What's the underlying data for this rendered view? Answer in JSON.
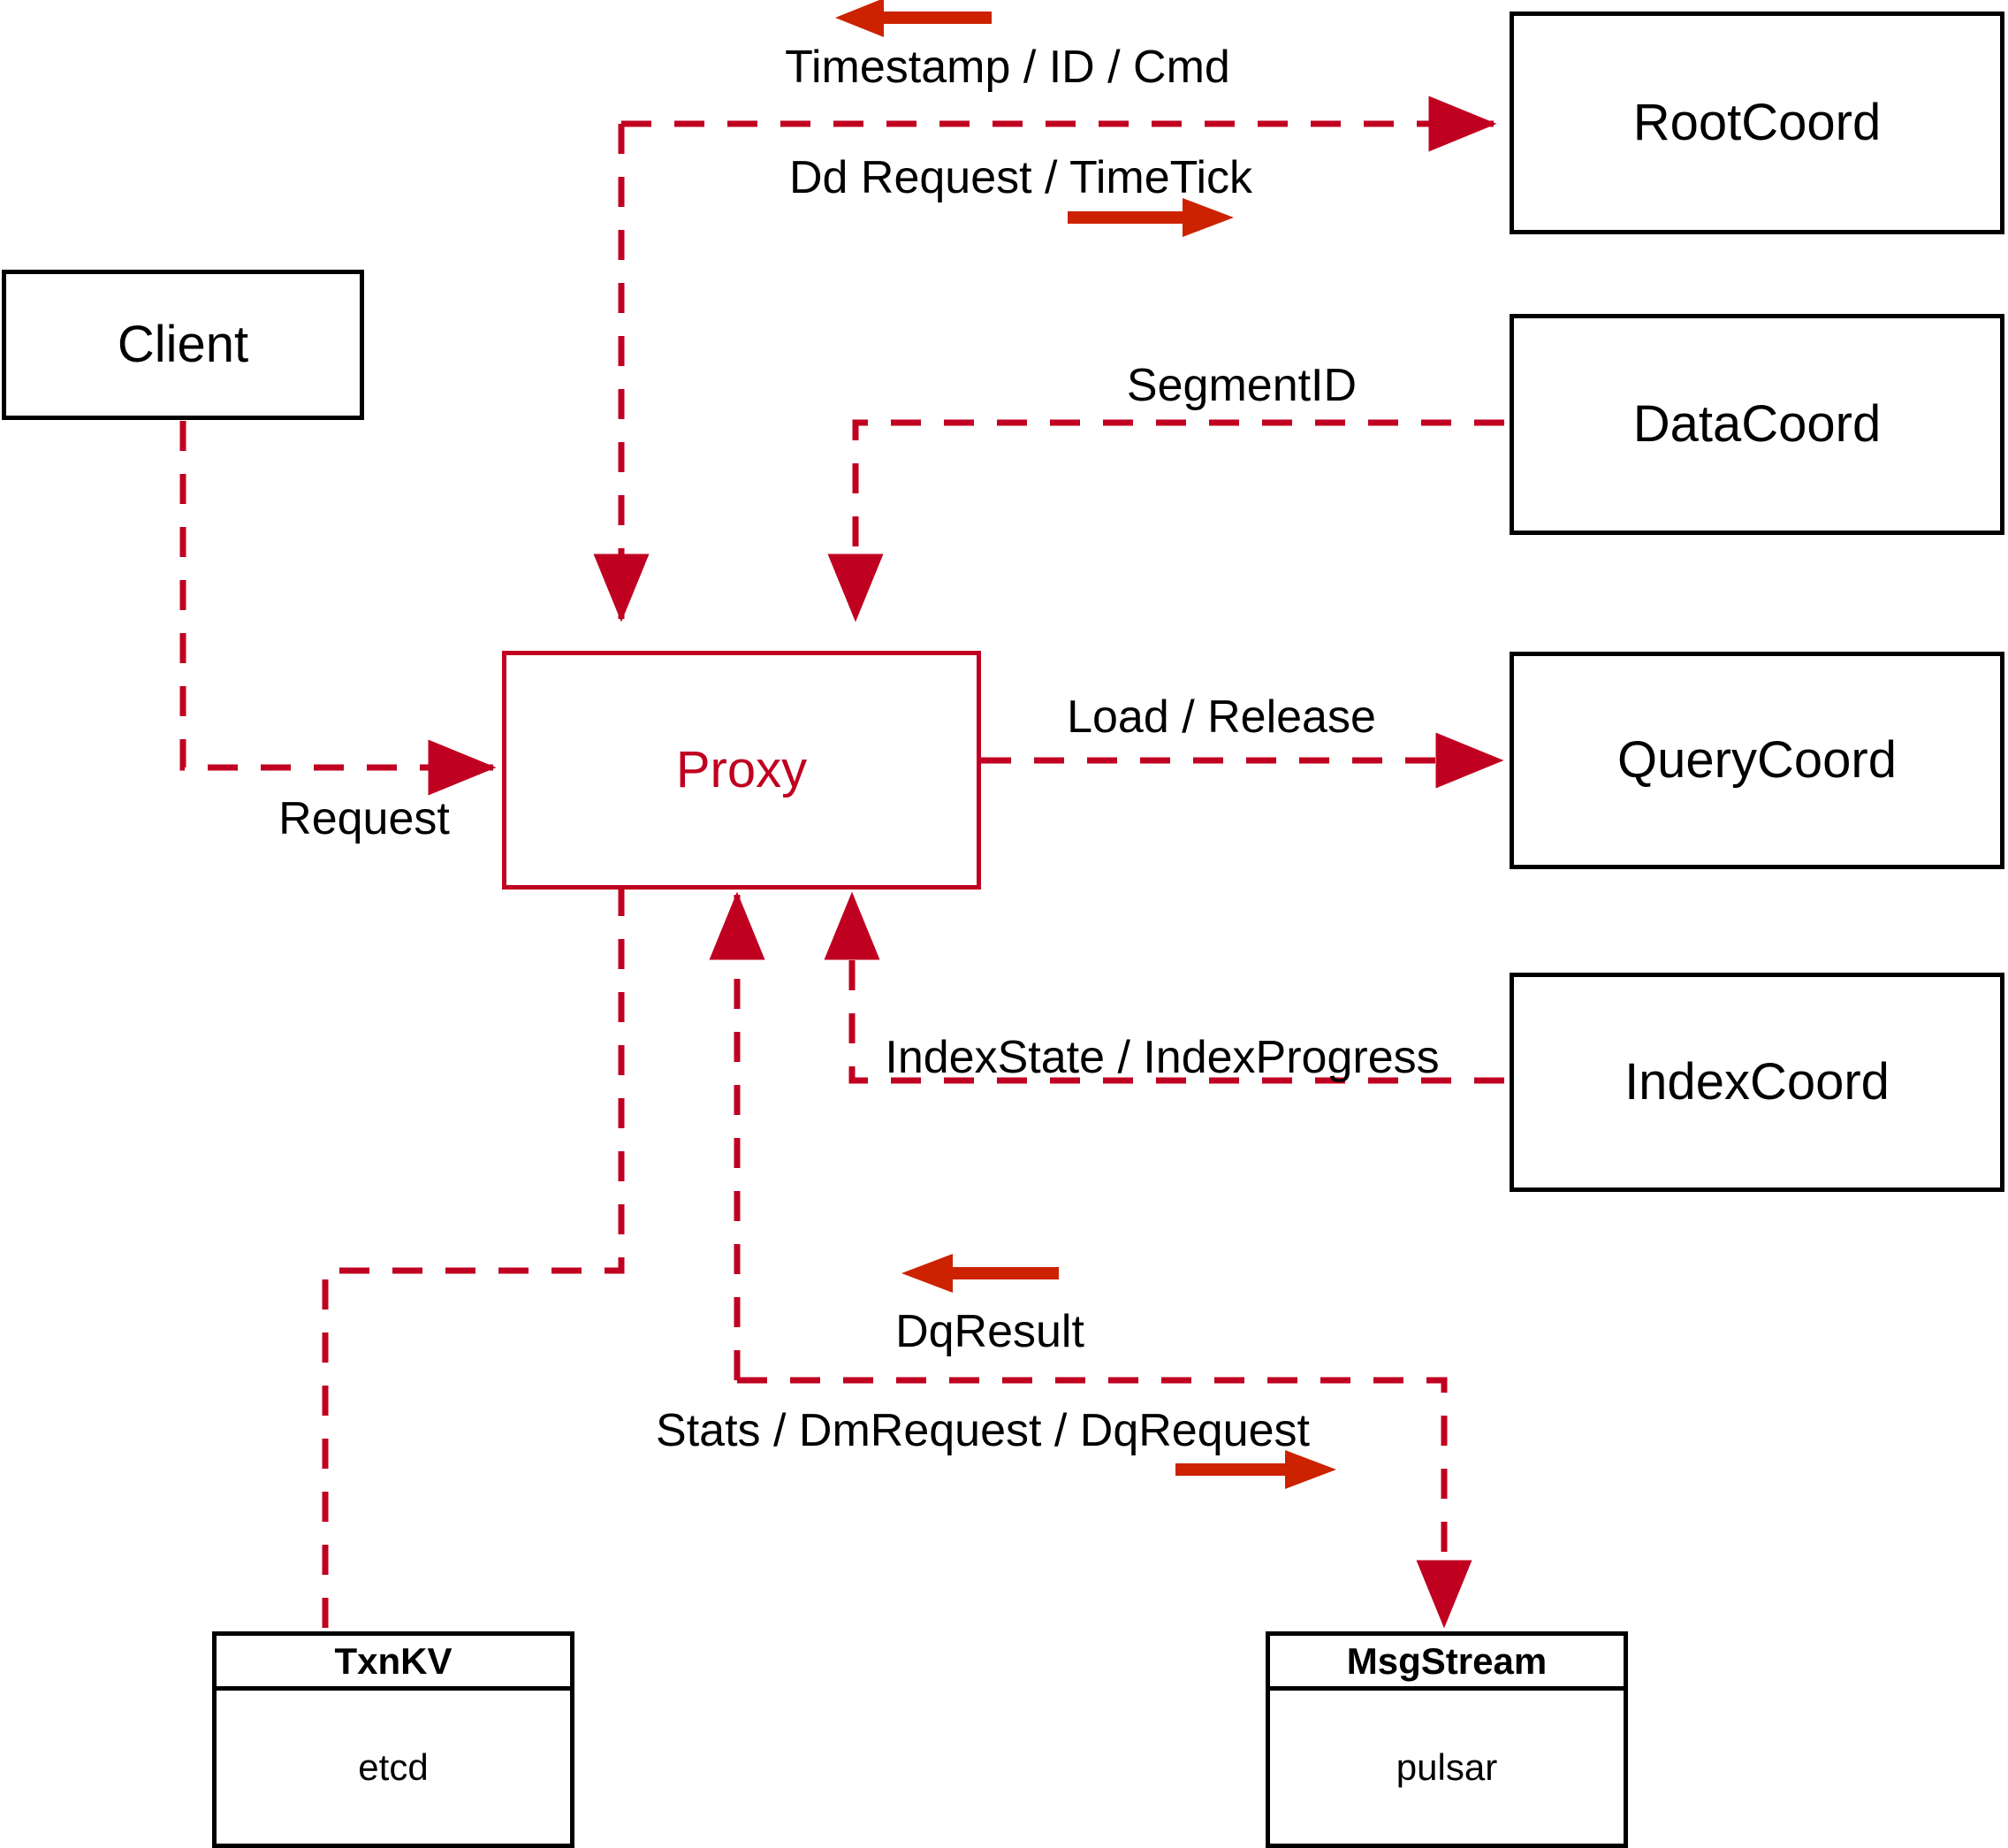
{
  "diagram": {
    "title": "Milvus Proxy interaction diagram",
    "colors": {
      "accent": "#c00020",
      "arrow": "#cc2200",
      "node_border": "#000000",
      "background": "#ffffff"
    }
  },
  "nodes": {
    "client": {
      "label": "Client"
    },
    "proxy": {
      "label": "Proxy"
    },
    "rootcoord": {
      "label": "RootCoord"
    },
    "datacoord": {
      "label": "DataCoord"
    },
    "querycoord": {
      "label": "QueryCoord"
    },
    "indexcoord": {
      "label": "IndexCoord"
    },
    "txnkv": {
      "head": "TxnKV",
      "body": "etcd"
    },
    "msgstream": {
      "head": "MsgStream",
      "body": "pulsar"
    }
  },
  "edge_labels": {
    "timestamp_id_cmd": "Timestamp / ID / Cmd",
    "dd_request_timetick": "Dd Request / TimeTick",
    "segment_id": "SegmentID",
    "request": "Request",
    "load_release": "Load / Release",
    "index_state_progress": "IndexState / IndexProgress",
    "dq_result": "DqResult",
    "stats_dm_dq_request": "Stats / DmRequest / DqRequest"
  },
  "legend_arrows": [
    {
      "name": "timestamp-id-cmd-direction-arrow",
      "direction": "left"
    },
    {
      "name": "dd-request-timetick-direction-arrow",
      "direction": "right"
    },
    {
      "name": "dq-result-direction-arrow",
      "direction": "left"
    },
    {
      "name": "stats-dm-dq-request-direction-arrow",
      "direction": "right"
    }
  ]
}
